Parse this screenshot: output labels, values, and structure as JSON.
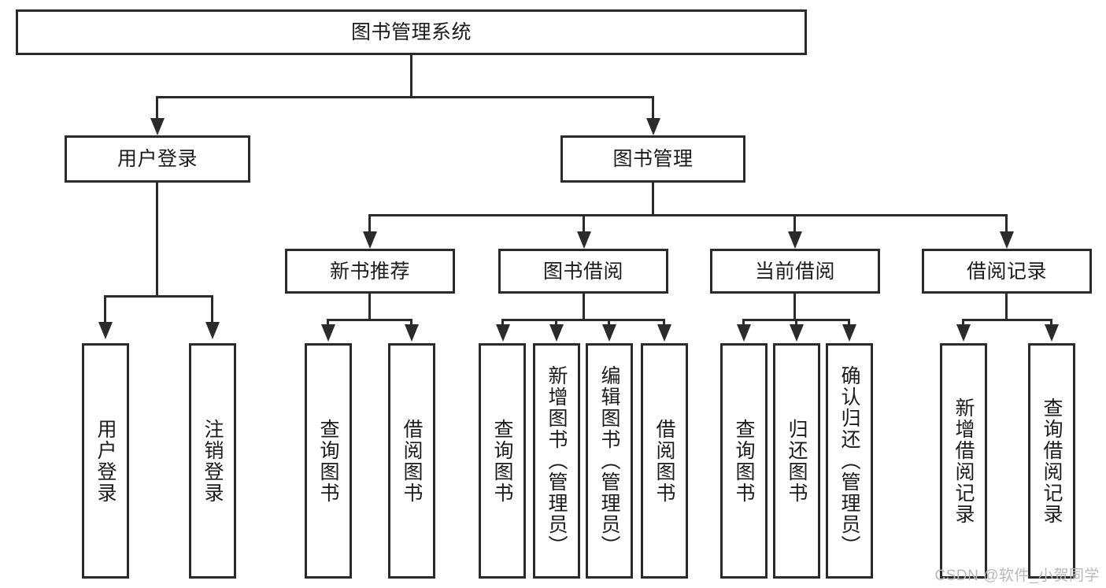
{
  "diagram": {
    "type": "tree-hierarchy",
    "title": "图书管理系统",
    "watermark": "CSDN @软件_小贺同学",
    "colors": {
      "stroke": "#2b2b2b",
      "fill": "#ffffff",
      "text": "#1b1b1b",
      "watermark": "#b9b9b9"
    },
    "nodes": {
      "root": {
        "label": "图书管理系统",
        "level": 1
      },
      "l2": [
        {
          "id": "user-login",
          "label": "用户登录",
          "level": 2
        },
        {
          "id": "book-manage",
          "label": "图书管理",
          "level": 2
        }
      ],
      "l3": [
        {
          "id": "new-book-recommend",
          "label": "新书推荐",
          "level": 3
        },
        {
          "id": "book-borrow",
          "label": "图书借阅",
          "level": 3
        },
        {
          "id": "current-borrow",
          "label": "当前借阅",
          "level": 3
        },
        {
          "id": "borrow-record",
          "label": "借阅记录",
          "level": 3
        }
      ],
      "leaves": {
        "user-login": [
          {
            "id": "leaf-user-login",
            "label": "用户登录"
          },
          {
            "id": "leaf-user-logout",
            "label": "注销登录"
          }
        ],
        "new-book-recommend": [
          {
            "id": "leaf-query-book-1",
            "label": "查询图书"
          },
          {
            "id": "leaf-borrow-book-1",
            "label": "借阅图书"
          }
        ],
        "book-borrow": [
          {
            "id": "leaf-query-book-2",
            "label": "查询图书"
          },
          {
            "id": "leaf-add-book",
            "label": "新增图书（管理员）"
          },
          {
            "id": "leaf-edit-book",
            "label": "编辑图书（管理员）"
          },
          {
            "id": "leaf-borrow-book-2",
            "label": "借阅图书"
          }
        ],
        "current-borrow": [
          {
            "id": "leaf-query-book-3",
            "label": "查询图书"
          },
          {
            "id": "leaf-return-book",
            "label": "归还图书"
          },
          {
            "id": "leaf-confirm-return",
            "label": "确认归还（管理员）"
          }
        ],
        "borrow-record": [
          {
            "id": "leaf-add-record",
            "label": "新增借阅记录"
          },
          {
            "id": "leaf-query-record",
            "label": "查询借阅记录"
          }
        ]
      }
    }
  }
}
